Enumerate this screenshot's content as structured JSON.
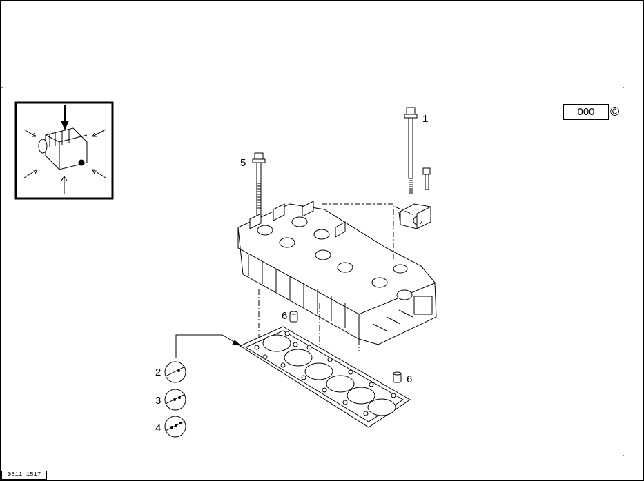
{
  "diagram": {
    "callouts": [
      {
        "id": "1",
        "label": "1"
      },
      {
        "id": "2",
        "label": "2"
      },
      {
        "id": "3",
        "label": "3"
      },
      {
        "id": "4",
        "label": "4"
      },
      {
        "id": "5",
        "label": "5"
      },
      {
        "id": "6a",
        "label": "6"
      },
      {
        "id": "6b",
        "label": "6"
      }
    ],
    "reference_box": "000",
    "copyright_symbol": "©",
    "document_code": "0511 1517"
  }
}
